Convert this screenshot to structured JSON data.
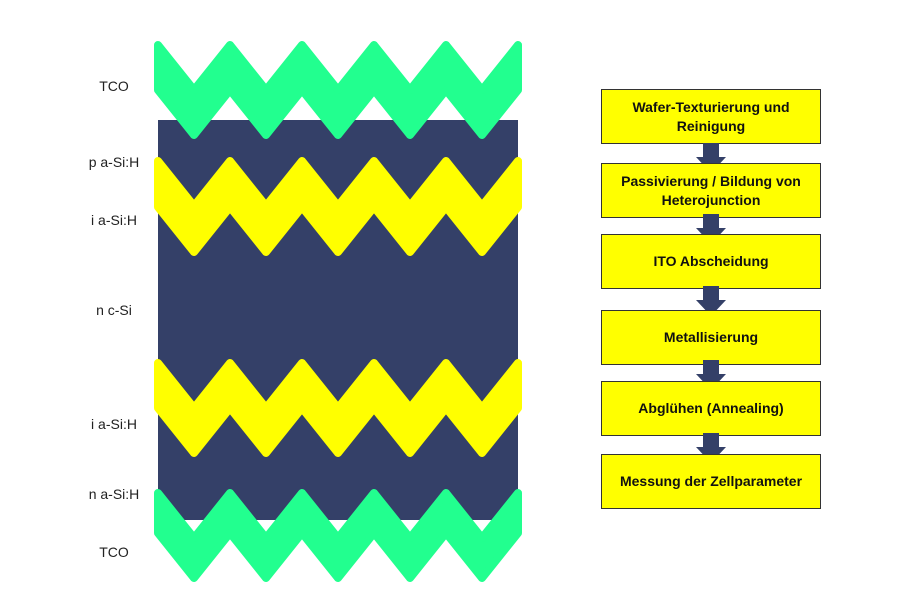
{
  "colors": {
    "tco": "#22ff8f",
    "a_si_p": "#344068",
    "a_si_i": "#ffff00",
    "c_si": "#344068",
    "a_si_n": "#344068",
    "step_fill": "#ffff00",
    "arrow": "#344068"
  },
  "layers": {
    "tco_top": "TCO",
    "p_a_si": "p a-Si:H",
    "i_a_si_top": "i a-Si:H",
    "n_c_si": "n c-Si",
    "i_a_si_bottom": "i a-Si:H",
    "n_a_si": "n a-Si:H",
    "tco_bottom": "TCO"
  },
  "process": {
    "steps": [
      "Wafer-Texturierung und Reinigung",
      "Passivierung / Bildung von Heterojunction",
      "ITO Abscheidung",
      "Metallisierung",
      "Abglühen (Annealing)",
      "Messung der Zellparameter"
    ]
  }
}
